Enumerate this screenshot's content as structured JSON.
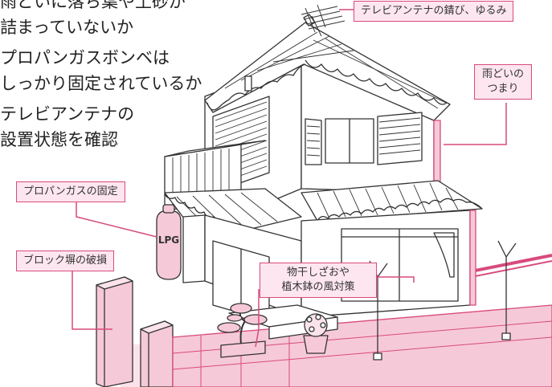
{
  "notes": [
    "雨どいに落ち葉や土砂が",
    "詰まっていないか",
    "プロパンガスボンベは",
    "しっかり固定されているか",
    "テレビアンテナの",
    "設置状態を確認"
  ],
  "labels": {
    "antenna": "テレビアンテナの錆び、ゆるみ",
    "gutter_line1": "雨どいの",
    "gutter_line2": "つまり",
    "propane": "プロパンガスの固定",
    "block_wall": "ブロック塀の破損",
    "laundry_line1": "物干しざおや",
    "laundry_line2": "植木鉢の風対策"
  },
  "tank_text": "LPG",
  "colors": {
    "accent": "#d84a7d",
    "label_fill": "#fde6ef",
    "pink_fill": "#f6c9d8",
    "line": "#333333"
  }
}
